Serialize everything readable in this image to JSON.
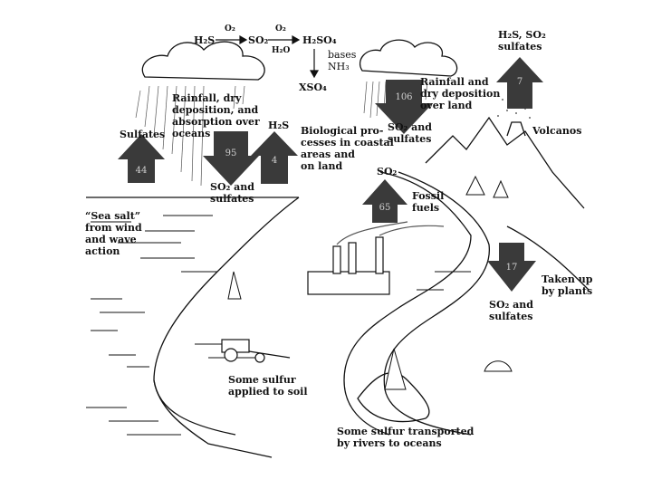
{
  "chemistry": {
    "h2s": "H₂S",
    "o2": "O₂",
    "so2": "SO₂",
    "o2_b": "O₂",
    "h2o": "H₂O",
    "h2so4": "H₂SO₄",
    "bases_nh3": "bases\nNH₃",
    "xso4": "XSO₄"
  },
  "labels": {
    "rainfall_oceans": "Rainfall, dry\ndeposition, and\nabsorption over\noceans",
    "sulfates_left": "Sulfates",
    "h2s_mid": "H₂S",
    "biological": "Biological pro-\ncesses in coastal\nareas and\non land",
    "so2_sulfates_ocean": "SO₂ and\nsulfates",
    "sea_salt": "“Sea salt”\nfrom wind\nand wave\naction",
    "rainfall_land": "Rainfall and\ndry deposition\nover land",
    "so2_sulfates_land": "SO₂ and\nsulfates",
    "h2s_so2_sulfates": "H₂S, SO₂\nsulfates",
    "volcanos": "Volcanos",
    "so2_fossil": "SO₂",
    "fossil_fuels": "Fossil\nfuels",
    "taken_up": "Taken up\nby plants",
    "so2_sulfates_plants": "SO₂ and\nsulfates",
    "soil": "Some sulfur\napplied to soil",
    "rivers": "Some sulfur transported\nby rivers to oceans"
  },
  "flux_values": {
    "sea_salt_up": "44",
    "deposition_oceans": "95",
    "biological_up": "4",
    "deposition_land": "106",
    "volcanos_up": "7",
    "fossil_up": "65",
    "plants_down": "17"
  },
  "colors": {
    "arrow": "#3a3a3a",
    "ink": "#111111",
    "flux_text": "#cfcfcf"
  }
}
